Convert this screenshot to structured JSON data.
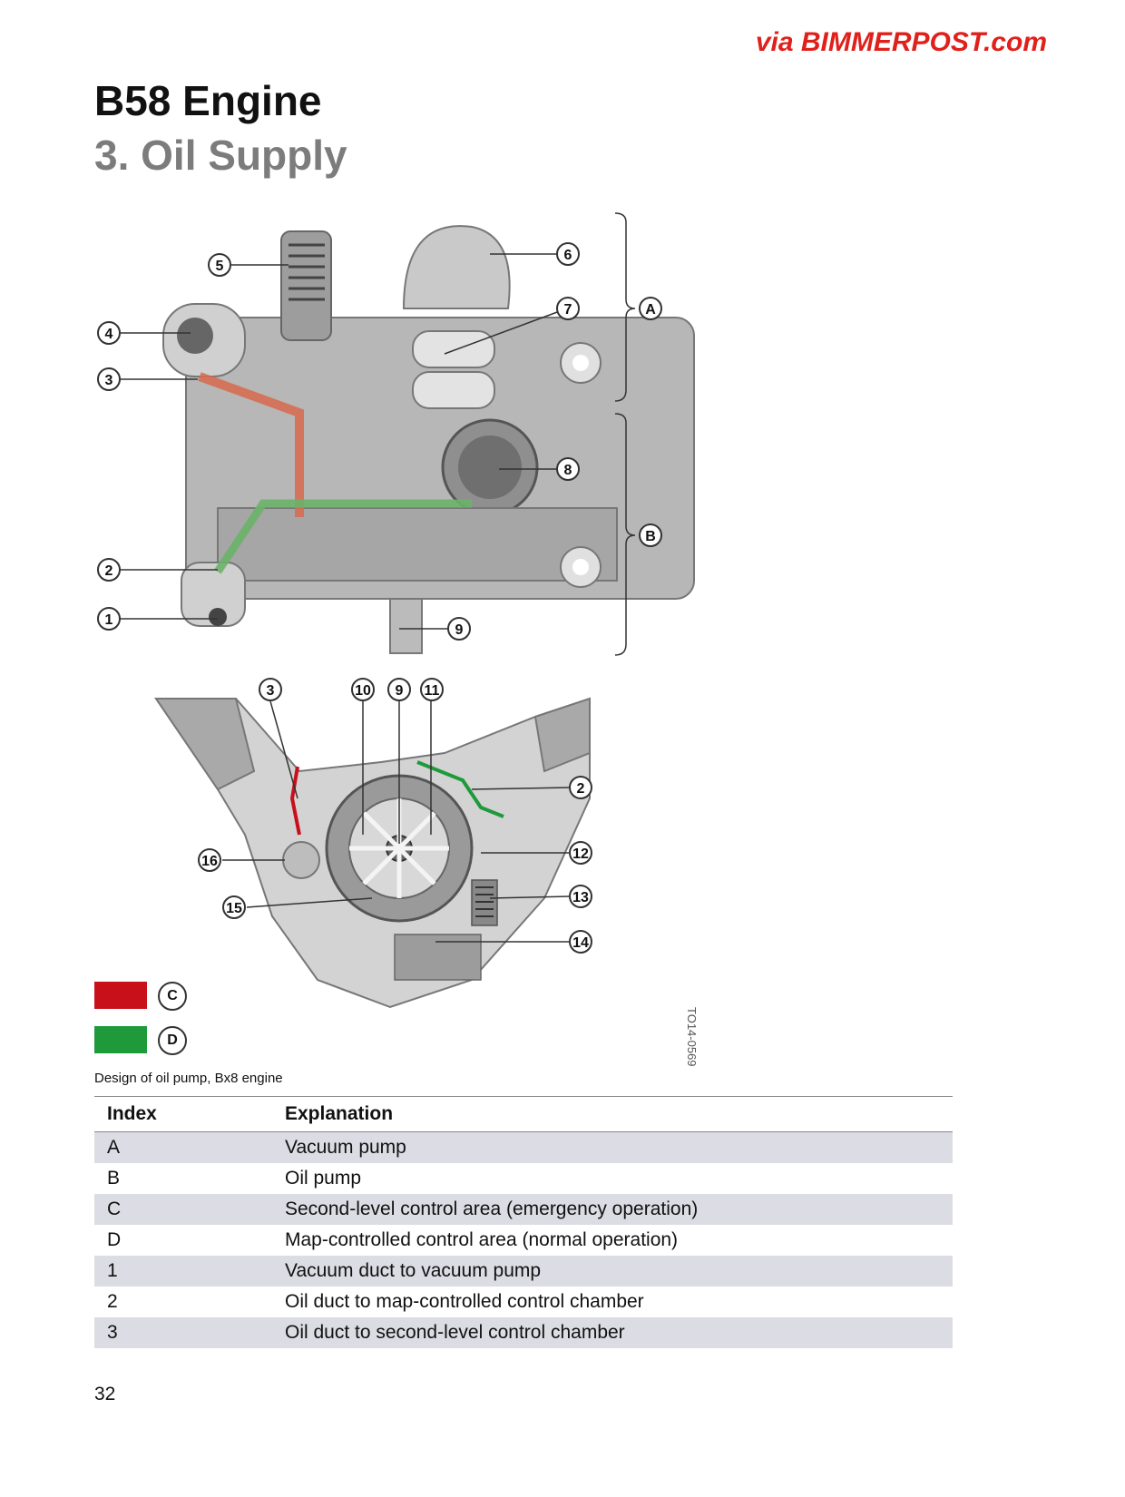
{
  "watermark": "via BIMMERPOST.com",
  "header": {
    "title": "B58 Engine",
    "subtitle": "3. Oil Supply"
  },
  "figure": {
    "callouts_top": [
      "1",
      "2",
      "3",
      "4",
      "5",
      "6",
      "7",
      "8",
      "9"
    ],
    "callouts_bottom": [
      "3",
      "10",
      "9",
      "11",
      "2",
      "12",
      "13",
      "14",
      "15",
      "16"
    ],
    "brackets": [
      "A",
      "B"
    ],
    "legend": [
      {
        "label": "C",
        "color": "#c8101b"
      },
      {
        "label": "D",
        "color": "#1f9a3b"
      }
    ],
    "code": "TO14-0569",
    "caption": "Design of oil pump, Bx8 engine"
  },
  "table": {
    "headers": [
      "Index",
      "Explanation"
    ],
    "rows": [
      [
        "A",
        "Vacuum pump"
      ],
      [
        "B",
        "Oil pump"
      ],
      [
        "C",
        "Second-level control area (emergency operation)"
      ],
      [
        "D",
        "Map-controlled control area (normal operation)"
      ],
      [
        "1",
        "Vacuum duct to vacuum pump"
      ],
      [
        "2",
        "Oil duct to map-controlled control chamber"
      ],
      [
        "3",
        "Oil duct to second-level control chamber"
      ]
    ]
  },
  "page_number": "32"
}
